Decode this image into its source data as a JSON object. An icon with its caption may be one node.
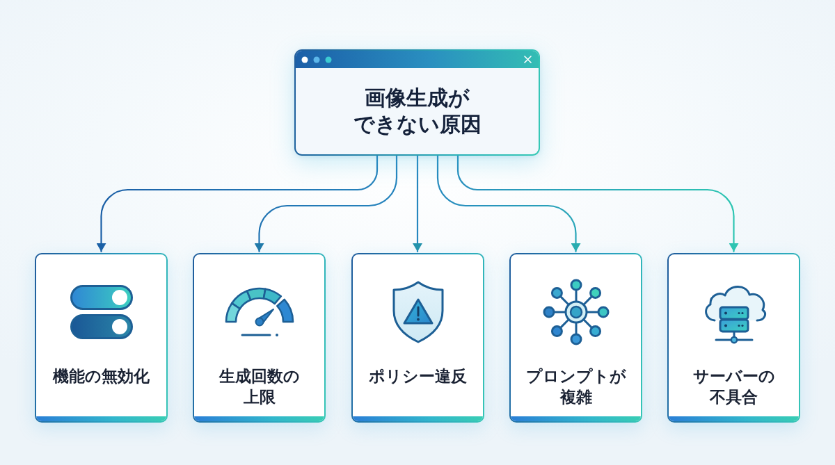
{
  "diagram": {
    "nodes": [
      {
        "text": [
          "画像生成ができない原因"
        ]
      },
      {
        "text": [
          "機能の無効化"
        ]
      },
      {
        "text": [
          "生成回数の上限"
        ]
      },
      {
        "text": [
          "ポリシー違反"
        ]
      },
      {
        "text": [
          "プロンプトが複雑"
        ]
      },
      {
        "text": [
          "サーバーの不具合"
        ]
      }
    ],
    "edges": [
      {
        "from": 0,
        "to": 1,
        "arrow": "to"
      },
      {
        "from": 0,
        "to": 2,
        "arrow": "to"
      },
      {
        "from": 0,
        "to": 3,
        "arrow": "to"
      },
      {
        "from": 0,
        "to": 4,
        "arrow": "to"
      },
      {
        "from": 0,
        "to": 5,
        "arrow": "to"
      }
    ]
  }
}
